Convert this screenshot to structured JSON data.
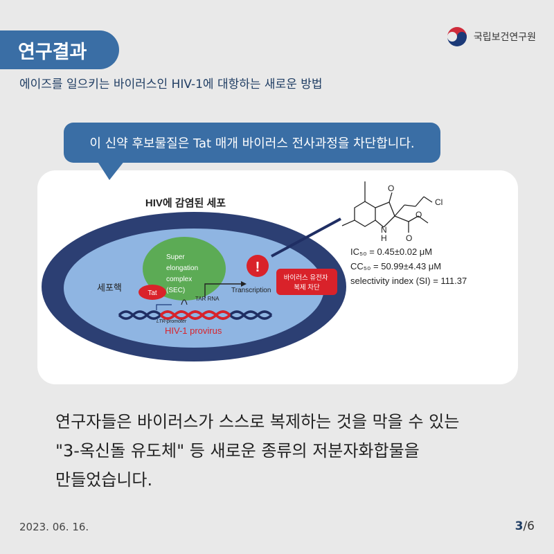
{
  "header": {
    "tag": "연구결과",
    "subtitle": "에이즈를 일으키는 바이러스인 HIV-1에 대항하는 새로운 방법",
    "brand": "국립보건연구원"
  },
  "bubble": {
    "text": "이 신약 후보물질은 Tat 매개 바이러스 전사과정을 차단합니다."
  },
  "diagram": {
    "cell_title": "HIV에 감염된 세포",
    "nucleus_label": "세포핵",
    "sec_lines": [
      "Super",
      "elongation",
      "complex",
      "(SEC)"
    ],
    "tat_label": "Tat",
    "tar_label": "TAR RNA",
    "transcription_label": "Transcription",
    "ltr_label": "LTR-promoter",
    "provirus_label": "HIV-1 provirus",
    "block_lines": [
      "바이러스 유전자",
      "복제 차단"
    ],
    "warning_symbol": "!",
    "molecule_labels": {
      "o1": "O",
      "o2": "O",
      "o3": "O",
      "cl": "Cl",
      "n": "N",
      "h": "H"
    },
    "ic50": "IC₅₀ = 0.45±0.02 μM",
    "cc50": "CC₅₀ = 50.99±4.43 μM",
    "si": "selectivity index (SI) = 111.37"
  },
  "body": {
    "lines": [
      "연구자들은 바이러스가 스스로 복제하는 것을 막을 수 있는",
      "\"3-옥신돌 유도체\" 등 새로운 종류의 저분자화합물을",
      "만들었습니다."
    ]
  },
  "footer": {
    "date": "2023. 06. 16.",
    "page_current": "3",
    "page_total": "/6"
  },
  "colors": {
    "primary": "#3a6ea5",
    "cell": "#2c3f73",
    "nucleus": "#8fb5e2",
    "sec": "#5cab55",
    "alert": "#d9222a"
  }
}
